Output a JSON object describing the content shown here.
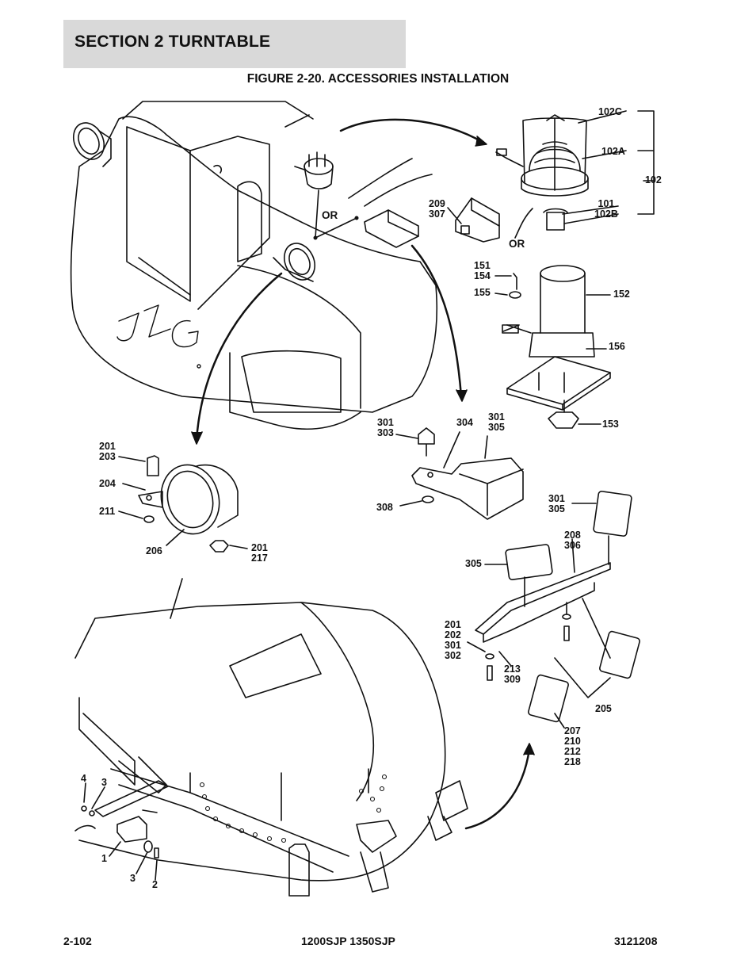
{
  "header": {
    "section_title": "SECTION 2   TURNTABLE"
  },
  "figure": {
    "title": "FIGURE 2-20. ACCESSORIES INSTALLATION"
  },
  "callouts": {
    "c102c": "102C",
    "c102a": "102A",
    "c102": "102",
    "c101_102b": "101\n102B",
    "c209_307": "209\n307",
    "or1": "OR",
    "or2": "OR",
    "c151_154": "151\n154",
    "c155": "155",
    "c152": "152",
    "c156": "156",
    "c153": "153",
    "c301_303": "301\n303",
    "c304": "304",
    "c301_305a": "301\n305",
    "c308": "308",
    "c201_203": "201\n203",
    "c204": "204",
    "c211": "211",
    "c206": "206",
    "c201_217": "201\n217",
    "c301_305b": "301\n305",
    "c208_306": "208\n306",
    "c305": "305",
    "c201_302": "201\n202\n301\n302",
    "c213_309": "213\n309",
    "c205": "205",
    "c207_218": "207\n210\n212\n218",
    "c4": "4",
    "c3a": "3",
    "c1": "1",
    "c3b": "3",
    "c2": "2"
  },
  "logo_text": "JLG",
  "footer": {
    "page": "2-102",
    "models": "1200SJP 1350SJP",
    "doc_number": "3121208"
  }
}
